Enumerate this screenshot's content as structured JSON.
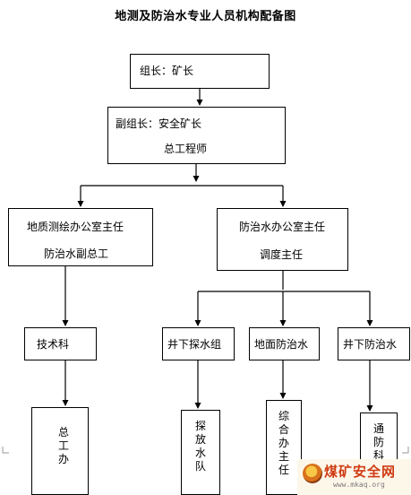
{
  "title": "地测及防治水专业人员机构配备图",
  "nodes": {
    "leader": {
      "line1": "组长：矿长"
    },
    "deputy": {
      "line1": "副组长：安全矿长",
      "line2": "总工程师"
    },
    "survey_office": {
      "line1": "地质测绘办公室主任",
      "line2": "防治水副总工"
    },
    "water_office": {
      "line1": "防治水办公室主任",
      "line2": "调度主任"
    },
    "tech_section": {
      "line1": "技术科"
    },
    "underground_team": {
      "line1": "井下探水组"
    },
    "surface_water": {
      "line1": "地面防治水"
    },
    "underground_water": {
      "line1": "井下防治水"
    },
    "general_office": {
      "line1": "总工办"
    },
    "exploration_team": {
      "line1": "探放水队"
    },
    "general_office_director": {
      "line1": "综合办主任"
    },
    "ventilation_section": {
      "line1": "通防科"
    }
  },
  "watermark": {
    "text": "煤矿安全网",
    "url": "www.mkaq.org"
  },
  "colors": {
    "line": "#000000",
    "background": "#ffffff",
    "watermark": "#cf3b12"
  }
}
